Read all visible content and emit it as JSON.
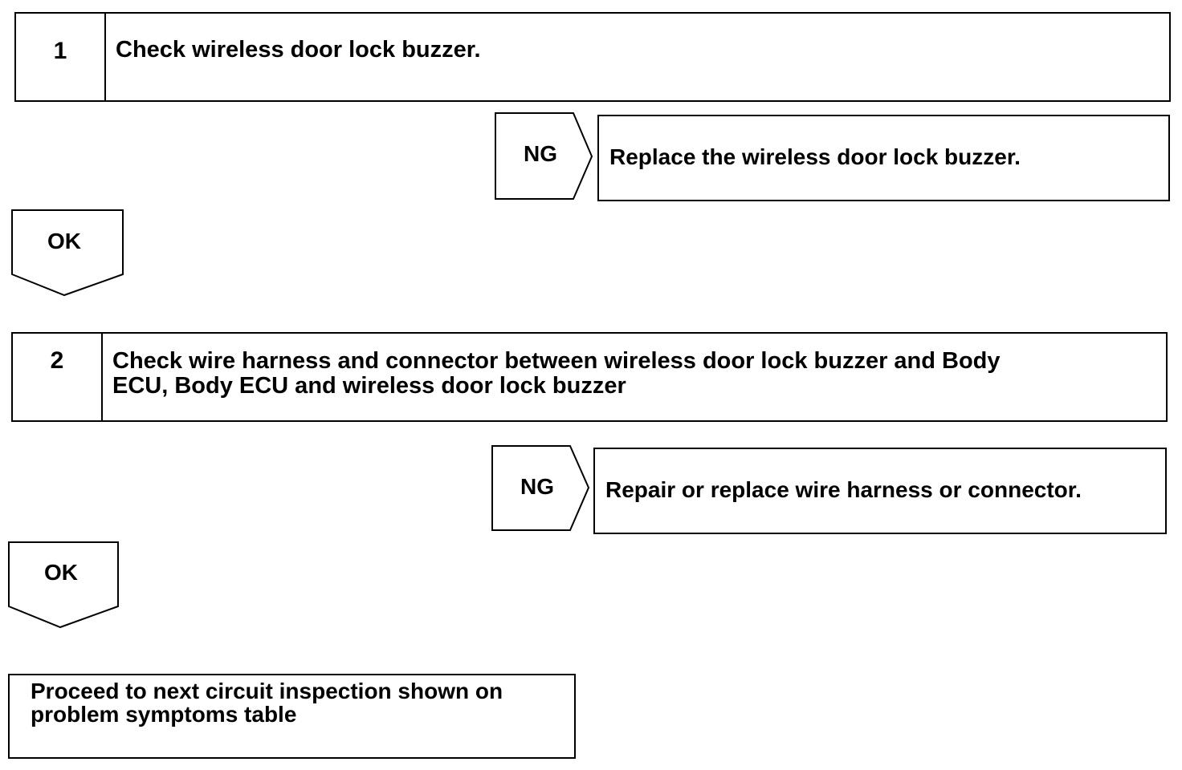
{
  "steps": [
    {
      "number": "1",
      "title": "Check wireless door lock buzzer.",
      "ng_label": "NG",
      "ng_action": "Replace the wireless door lock buzzer.",
      "ok_label": "OK"
    },
    {
      "number": "2",
      "title_line1": "Check wire harness and connector between wireless door lock buzzer and Body",
      "title_line2": "ECU, Body ECU and wireless door lock buzzer",
      "ng_label": "NG",
      "ng_action": "Repair or replace wire harness or connector.",
      "ok_label": "OK"
    }
  ],
  "final": {
    "line1": "Proceed to next circuit inspection shown on",
    "line2": "problem symptoms table"
  }
}
